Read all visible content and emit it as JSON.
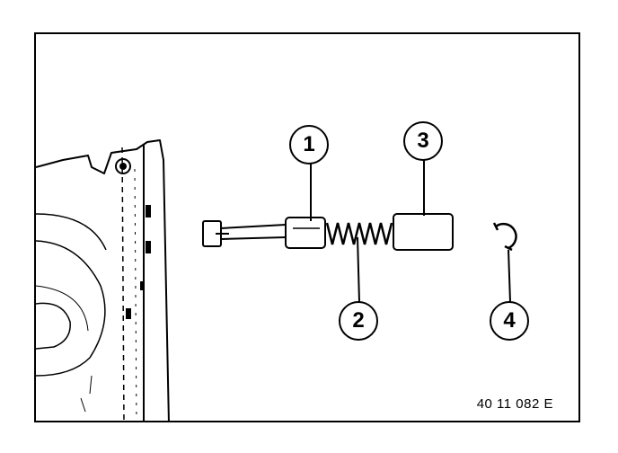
{
  "figure": {
    "callouts": [
      {
        "id": "1",
        "label": "1"
      },
      {
        "id": "2",
        "label": "2"
      },
      {
        "id": "3",
        "label": "3"
      },
      {
        "id": "4",
        "label": "4"
      }
    ],
    "reference_code": "40 11 082 E"
  }
}
